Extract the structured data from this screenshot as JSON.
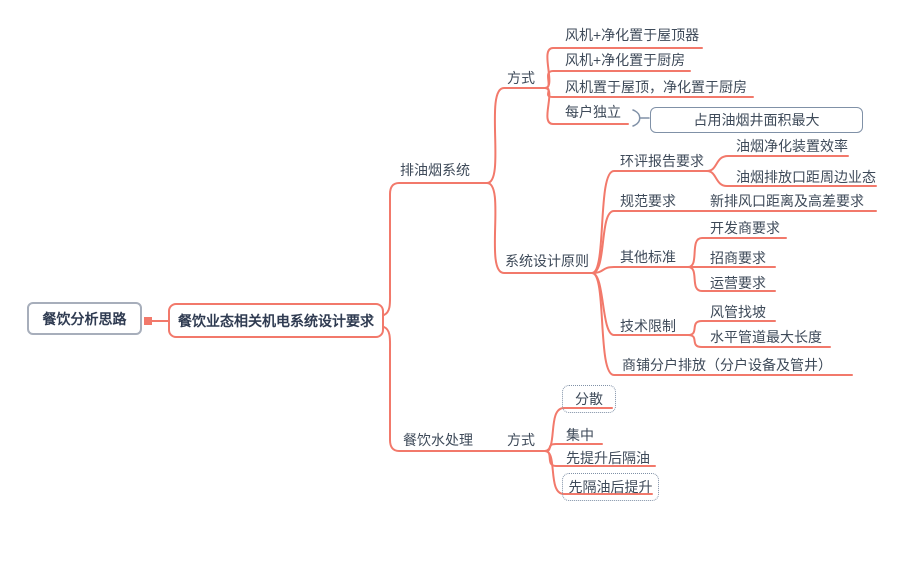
{
  "mindmap": {
    "root": {
      "label": "餐饮分析思路"
    },
    "main": {
      "label": "餐饮业态相关机电系统设计要求"
    },
    "branches": {
      "smoke": {
        "label": "排油烟系统",
        "method": {
          "label": "方式",
          "items": [
            {
              "label": "风机+净化置于屋顶器"
            },
            {
              "label": "风机+净化置于厨房"
            },
            {
              "label": "风机置于屋顶，净化置于厨房"
            },
            {
              "label": "每户独立",
              "summary": "占用油烟井面积最大"
            }
          ]
        },
        "principles": {
          "label": "系统设计原则",
          "items": [
            {
              "label": "环评报告要求",
              "children": [
                {
                  "label": "油烟净化装置效率"
                },
                {
                  "label": "油烟排放口距周边业态"
                }
              ]
            },
            {
              "label": "规范要求",
              "children": [
                {
                  "label": "新排风口距离及高差要求"
                }
              ]
            },
            {
              "label": "其他标准",
              "children": [
                {
                  "label": "开发商要求"
                },
                {
                  "label": "招商要求"
                },
                {
                  "label": "运营要求"
                }
              ]
            },
            {
              "label": "技术限制",
              "children": [
                {
                  "label": "风管找坡"
                },
                {
                  "label": "水平管道最大长度"
                }
              ]
            },
            {
              "label": "商铺分户排放（分户设备及管井）"
            }
          ]
        }
      },
      "water": {
        "label": "餐饮水处理",
        "method": {
          "label": "方式",
          "items": [
            {
              "label": "分散",
              "style": "dotted-box"
            },
            {
              "label": "集中"
            },
            {
              "label": "先提升后隔油"
            },
            {
              "label": "先隔油后提升",
              "style": "dotted-box"
            }
          ]
        }
      }
    },
    "colors": {
      "branch_line": "#F2796B",
      "node_text": "#3E4A59",
      "root_border": "#A7AEBB",
      "summary_border": "#8091A7"
    }
  }
}
